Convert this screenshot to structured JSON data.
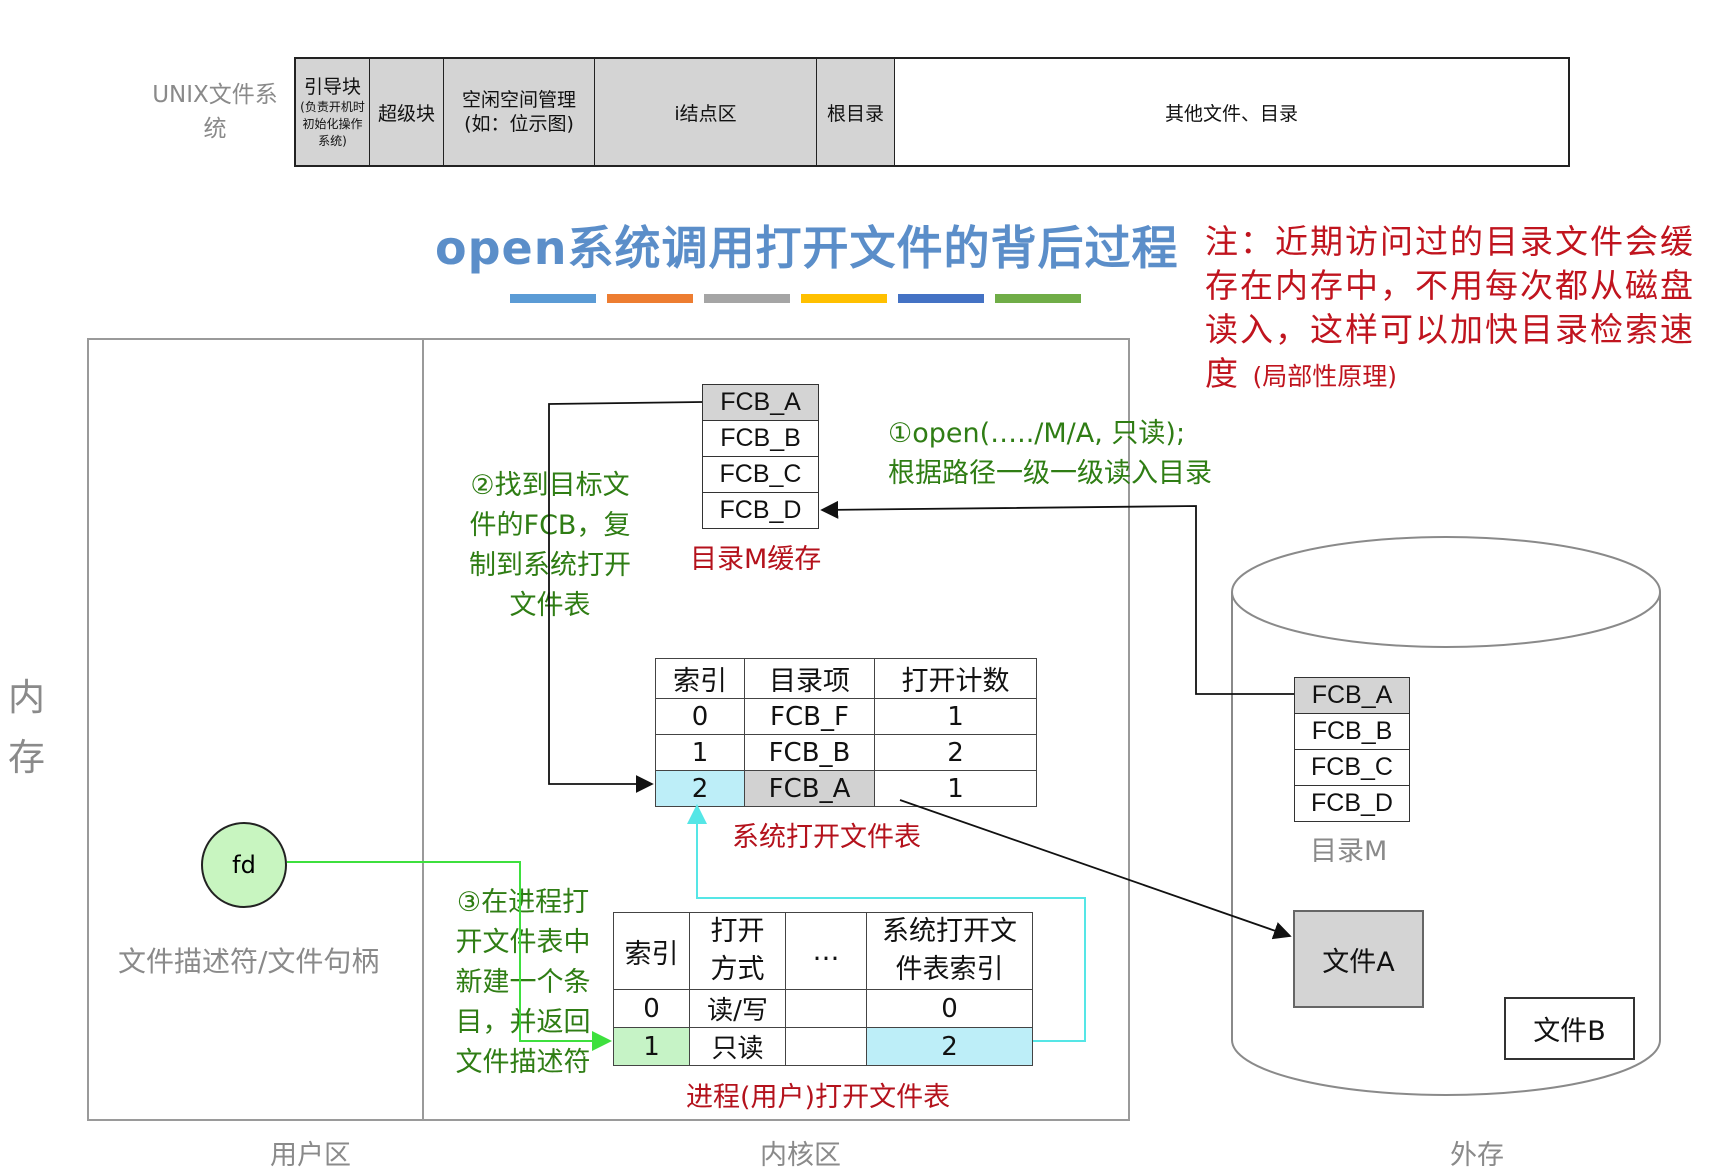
{
  "unix": {
    "label": "UNIX文件系统",
    "segments": [
      {
        "main": "引导块",
        "sub": "(负责开机时初始化操作系统)"
      },
      {
        "main": "超级块",
        "sub": ""
      },
      {
        "main": "空闲空间管理",
        "sub": "(如：位示图)"
      },
      {
        "main": "i结点区",
        "sub": ""
      },
      {
        "main": "根目录",
        "sub": ""
      },
      {
        "main": "其他文件、目录",
        "sub": ""
      }
    ]
  },
  "title": {
    "text": "open系统调用打开文件的背后过程",
    "color": "#5b8ec9",
    "underline_colors": [
      "#5b9bd5",
      "#ed7d31",
      "#a5a5a5",
      "#ffc000",
      "#4472c4",
      "#70ad47"
    ]
  },
  "note": {
    "text": "注：近期访问过的目录文件会缓存在内存中，不用每次都从磁盘读入，这样可以加快目录检索速度",
    "tail": "(局部性原理)",
    "color": "#c0141e"
  },
  "regions": {
    "memory": "内存",
    "user": "用户区",
    "kernel": "内核区",
    "external": "外存"
  },
  "dir_cache": {
    "items": [
      "FCB_A",
      "FCB_B",
      "FCB_C",
      "FCB_D"
    ],
    "highlighted": "FCB_A",
    "label": "目录M缓存"
  },
  "disk_dir": {
    "items": [
      "FCB_A",
      "FCB_B",
      "FCB_C",
      "FCB_D"
    ],
    "highlighted": "FCB_A",
    "label": "目录M"
  },
  "steps": {
    "step1_line1": "①open(…../M/A, 只读);",
    "step1_line2": "根据路径一级一级读入目录",
    "step2_lines": [
      "②找到目标文",
      "件的FCB，复",
      "制到系统打开",
      "文件表"
    ],
    "step3_lines": [
      "③在进程打",
      "开文件表中",
      "新建一个条",
      "目，并返回",
      "文件描述符"
    ]
  },
  "system_table": {
    "headers": [
      "索引",
      "目录项",
      "打开计数"
    ],
    "rows": [
      [
        "0",
        "FCB_F",
        "1"
      ],
      [
        "1",
        "FCB_B",
        "2"
      ],
      [
        "2",
        "FCB_A",
        "1"
      ]
    ],
    "label": "系统打开文件表"
  },
  "process_table": {
    "headers": [
      "索引",
      "打开方式",
      "…",
      "系统打开文件表索引"
    ],
    "header_lines": [
      [
        "索引"
      ],
      [
        "打开",
        "方式"
      ],
      [
        "…"
      ],
      [
        "系统打开文",
        "件表索引"
      ]
    ],
    "rows": [
      [
        "0",
        "读/写",
        "",
        "0"
      ],
      [
        "1",
        "只读",
        "",
        "2"
      ]
    ],
    "label": "进程(用户)打开文件表"
  },
  "fd": {
    "circle": "fd",
    "label": "文件描述符/文件句柄"
  },
  "files": {
    "a": "文件A",
    "b": "文件B"
  },
  "colors": {
    "step_green": "#2f7d14",
    "label_red": "#b4121c",
    "arrow_green": "#3ee03e",
    "arrow_cyan": "#55e6e6",
    "highlight_cyan": "#bdeef8",
    "highlight_grey": "#d2d2d2",
    "highlight_green": "#c6f3c6"
  }
}
